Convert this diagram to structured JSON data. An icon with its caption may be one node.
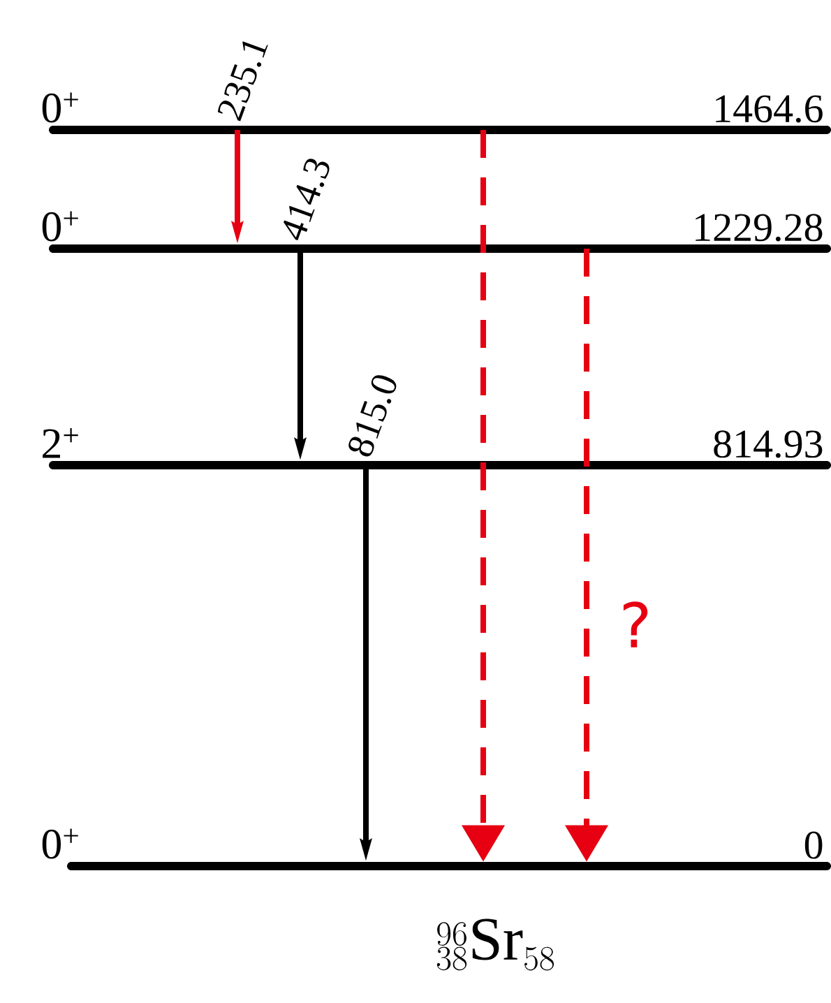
{
  "diagram": {
    "nodes": [
      {
        "text": [
          "0$^{+}$",
          "1464.6"
        ]
      },
      {
        "text": [
          "0$^{+}$",
          "1229.28"
        ]
      },
      {
        "text": [
          "2$^{+}$",
          "814.93"
        ]
      },
      {
        "text": [
          "0$^{+}$",
          "0"
        ]
      }
    ],
    "edges": [
      {
        "from": 0,
        "to": 1,
        "arrow": "to",
        "label": "235.1",
        "color": "#e60012"
      },
      {
        "from": 1,
        "to": 2,
        "arrow": "to",
        "label": "414.3",
        "color": "#000000"
      },
      {
        "from": 2,
        "to": 3,
        "arrow": "to",
        "label": "815.0",
        "color": "#000000"
      },
      {
        "from": 0,
        "to": 3,
        "arrow": "to",
        "style": "dashed",
        "color": "#e60012"
      },
      {
        "from": 1,
        "to": 3,
        "arrow": "to",
        "label": "?",
        "style": "dashed",
        "color": "#e60012"
      }
    ],
    "labels": [
      "{}^{96}_{38}\\mathrm{Sr}_{58}"
    ]
  }
}
